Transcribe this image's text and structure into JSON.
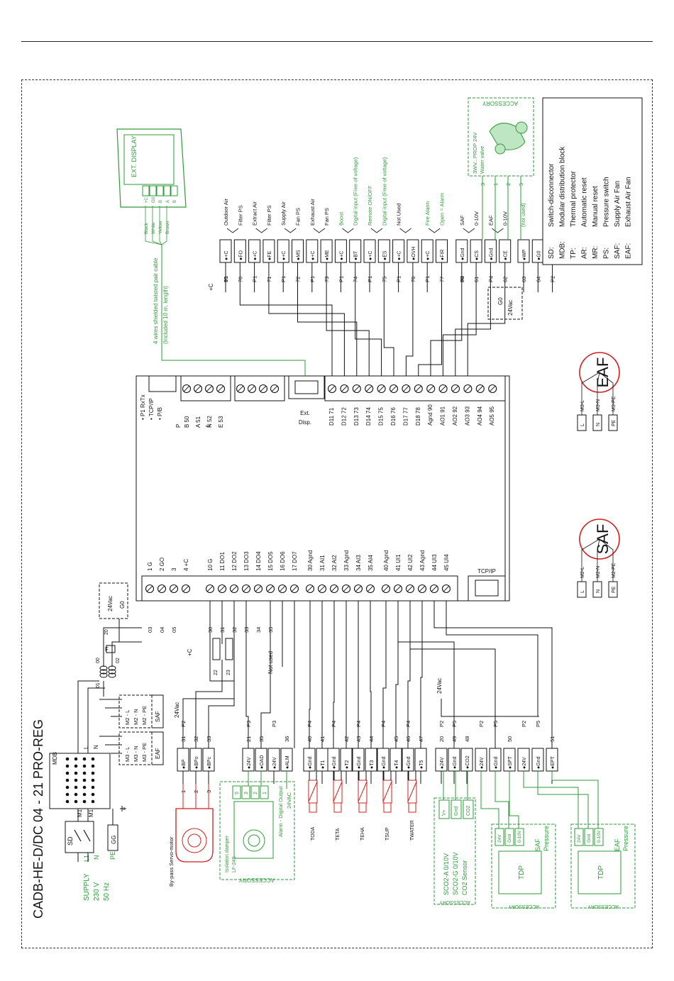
{
  "title": "CADB-HE-D/DC 04 - 21 PRO-REG",
  "supply": {
    "label": "SUPPLY",
    "voltage": "230 V",
    "freq": "50 Hz",
    "l1": "L1",
    "n": "N",
    "pe": "PE"
  },
  "sd": {
    "label": "SD",
    "m1l": "M1-L",
    "m1n": "M1-N",
    "pe_term": "GG"
  },
  "mdb": "MDB",
  "legend": [
    {
      "abbr": "SD:",
      "text": "Switch-disconnector"
    },
    {
      "abbr": "MDB:",
      "text": "Modular distribution block"
    },
    {
      "abbr": "TP:",
      "text": "Thermal protector"
    },
    {
      "abbr": "AR:",
      "text": "Automatic reset"
    },
    {
      "abbr": "MR:",
      "text": "Manual reset"
    },
    {
      "abbr": "PS:",
      "text": "Pressure switch"
    },
    {
      "abbr": "SAF:",
      "text": "Supply Air Fan"
    },
    {
      "abbr": "EAF:",
      "text": "Exhaust Air Fan"
    }
  ],
  "ext_display": {
    "title": "EXT. DISPLAY",
    "terminals": [
      "+C",
      "G0",
      "B",
      "A",
      "B"
    ],
    "wires": [
      "Black",
      "White",
      "Yellow",
      "Brown"
    ],
    "cable": "4 wires shielded twisted pair cable",
    "cable_note": "(Included 10 m. length)"
  },
  "top_terminals": [
    {
      "term": "+C",
      "num": "10",
      "p": "P1",
      "label": "Outdoor Air",
      "green": false
    },
    {
      "term": "FO",
      "num": "70",
      "p": "",
      "label": "Filter PS",
      "green": false
    },
    {
      "term": "+C",
      "num": "",
      "p": "P1",
      "label": "Extract Air",
      "green": false
    },
    {
      "term": "FE",
      "num": "71",
      "p": "",
      "label": "Filter PS",
      "green": false
    },
    {
      "term": "+C",
      "num": "",
      "p": "P1",
      "label": "Supply Air",
      "green": false
    },
    {
      "term": "MS",
      "num": "72",
      "p": "",
      "label": "Fan PS",
      "green": false
    },
    {
      "term": "+C",
      "num": "",
      "p": "P1",
      "label": "Exhaust Air",
      "green": false
    },
    {
      "term": "ME",
      "num": "73",
      "p": "",
      "label": "Fan PS",
      "green": false
    },
    {
      "term": "+C",
      "num": "",
      "p": "P1",
      "label": "Boost",
      "green": true
    },
    {
      "term": "BT",
      "num": "74",
      "p": "",
      "label": "Digital input (Free of voltage)",
      "green": true
    },
    {
      "term": "+C",
      "num": "",
      "p": "P1",
      "label": "Remote ON/OFF",
      "green": true
    },
    {
      "term": "ES",
      "num": "75",
      "p": "",
      "label": "Digital input (Free of voltage)",
      "green": true
    },
    {
      "term": "+C",
      "num": "",
      "p": "P1",
      "label": "Not Used",
      "green": false
    },
    {
      "term": "OVH",
      "num": "76",
      "p": "",
      "label": "",
      "green": false
    },
    {
      "term": "+C",
      "num": "",
      "p": "P1",
      "label": "Fire Alarm",
      "green": true
    },
    {
      "term": "FIR",
      "num": "77",
      "p": "",
      "label": "Open = Alarm",
      "green": true
    },
    {
      "term": "Gnd",
      "num": "60",
      "p": "P4",
      "label": "SAF",
      "green": false
    },
    {
      "term": "CS",
      "num": "61",
      "p": "",
      "label": "0-10V",
      "green": false
    },
    {
      "term": "Gnd",
      "num": "",
      "p": "P4",
      "label": "EAF",
      "green": false
    },
    {
      "term": "CE",
      "num": "62",
      "p": "",
      "label": "0-10V",
      "green": false
    },
    {
      "term": "WP",
      "num": "63",
      "p": "",
      "label": "",
      "green": false
    },
    {
      "term": "G0",
      "num": "64",
      "p": "",
      "label": "",
      "green": false
    },
    {
      "term": "24V",
      "num": "",
      "p": "P2",
      "label": "",
      "green": false
    }
  ],
  "water_valve": {
    "title": "ACCESSORY",
    "label": "3WV...PROP 24V",
    "sub": "Water valve",
    "pins": [
      "3",
      "1",
      "2",
      "5"
    ],
    "not_used": "(not used)"
  },
  "supply_24": {
    "label": "24Vac",
    "g0": "G0"
  },
  "controller": {
    "p1": "• P1 RxTx",
    "tcp": "• TCP/IP",
    "pb": "• P/B",
    "bus_labels": [
      "B 50",
      "A 51",
      "N 52",
      "E 53"
    ],
    "bus_side": [
      "P",
      "1"
    ],
    "ext": "Ext.",
    "disp": "Disp.",
    "tcp_port": "TCP/IP",
    "right_labels": [
      "D11 71",
      "D12 72",
      "D13 73",
      "D14 74",
      "D15 75",
      "D16 76",
      "D17 77",
      "D18 78",
      "Agnd 90",
      "AO1 91",
      "AO2 92",
      "AO3 93",
      "AO4 94",
      "AO5 95"
    ],
    "left_labels": [
      "1 G",
      "2 GO",
      "3",
      "4 +C",
      "10 G",
      "11 DO1",
      "12 DO2",
      "13 DO3",
      "14 DO4",
      "15 DO5",
      "16 DO6",
      "17 DO7",
      "30 Agnd",
      "31 AI1",
      "32 AI2",
      "33 Agnd",
      "34 AI3",
      "35 AI4",
      "40 Agnd",
      "41 UI1",
      "42 UI2",
      "43 Agnd",
      "44 UI3",
      "45 UI4"
    ]
  },
  "left_nums": [
    "03",
    "04",
    "05",
    "30",
    "31",
    "32",
    "33",
    "34",
    "35"
  ],
  "misc": {
    "not_used": "Not used",
    "plus_c": "+C",
    "v24": "24Vac",
    "f": "F",
    "nums": [
      "20",
      "01",
      "00",
      "02",
      "22",
      "23"
    ],
    "g0": "G0",
    "v24b": "24Vac"
  },
  "fans": [
    {
      "name": "SAF",
      "wires": [
        "M2-L",
        "M2-N",
        "M2-PE"
      ],
      "terms": [
        "L",
        "N",
        "PE"
      ]
    },
    {
      "name": "EAF",
      "wires": [
        "M3-L",
        "M3-N",
        "M3-PE"
      ],
      "terms": [
        "L",
        "N",
        "PE"
      ]
    }
  ],
  "mdb_fans": [
    {
      "name": "SAF",
      "rows": [
        "M2 - L",
        "M2 - N",
        "M2 - PE"
      ]
    },
    {
      "name": "EAF",
      "rows": [
        "M3 - L",
        "M3 - N",
        "M3 - PE"
      ]
    }
  ],
  "bottom_terminals": [
    {
      "term": "BP",
      "num": "31",
      "p": "P2"
    },
    {
      "term": "BPo",
      "num": "32",
      "p": ""
    },
    {
      "term": "BPc",
      "num": "33",
      "p": ""
    },
    {
      "term": "24V",
      "num": "21",
      "p": "P3"
    },
    {
      "term": "OAD",
      "num": "35",
      "p": ""
    },
    {
      "term": "24V",
      "num": "",
      "p": "P3"
    },
    {
      "term": "ALM",
      "num": "36",
      "p": ""
    },
    {
      "term": "Gnd",
      "num": "40",
      "p": "P4"
    },
    {
      "term": "T1",
      "num": "41",
      "p": ""
    },
    {
      "term": "Gnd",
      "num": "",
      "p": "P4"
    },
    {
      "term": "T2",
      "num": "42",
      "p": ""
    },
    {
      "term": "Gnd",
      "num": "43",
      "p": "P4"
    },
    {
      "term": "T3",
      "num": "44",
      "p": ""
    },
    {
      "term": "Gnd",
      "num": "",
      "p": "P4"
    },
    {
      "term": "T4",
      "num": "45",
      "p": ""
    },
    {
      "term": "Gnd",
      "num": "46",
      "p": "P4"
    },
    {
      "term": "T5",
      "num": "47",
      "p": ""
    },
    {
      "term": "24V",
      "num": "20",
      "p": "P2"
    },
    {
      "term": "Gnd",
      "num": "49",
      "p": "P5"
    },
    {
      "term": "CO2",
      "num": "48",
      "p": ""
    },
    {
      "term": "24V",
      "num": "",
      "p": "P2"
    },
    {
      "term": "Gnd",
      "num": "",
      "p": "P5"
    },
    {
      "term": "SPT",
      "num": "50",
      "p": ""
    },
    {
      "term": "24V",
      "num": "",
      "p": "P2"
    },
    {
      "term": "Gnd",
      "num": "",
      "p": "P5"
    },
    {
      "term": "EPT",
      "num": "51",
      "p": ""
    }
  ],
  "bypass": {
    "label": "By-pass Servo-motor",
    "pins": [
      "1",
      "2",
      "3"
    ],
    "v": "24Vac"
  },
  "damper": {
    "label": "Isolation damper",
    "model": "LF-24S",
    "acc": "ACCESSORY",
    "pins": [
      "5",
      "3",
      "2",
      "1"
    ],
    "alarm": "Alarm - Digital Output",
    "alarm_v": "24VAC"
  },
  "sensors": [
    "TODA",
    "TETA",
    "TEHA",
    "TSUP",
    "TWATER"
  ],
  "co2": {
    "pins": [
      "V+",
      "Gnd",
      "CO2"
    ],
    "line1": "SCO2-A  0/10V",
    "line2": "SCO2-G  0/10V",
    "line3": "CO2 Sensor",
    "acc": "ACCESSORY"
  },
  "tdp_saf": {
    "pins": [
      "24V",
      "Gnd",
      "0-10V"
    ],
    "name": "SAF",
    "sub": "Pressure",
    "box": "TDP",
    "acc": "ACCESSORY"
  },
  "tdp_eaf": {
    "pins": [
      "24V",
      "Gnd",
      "0-10V"
    ],
    "name": "EAF",
    "sub": "Pressure",
    "box": "TDP",
    "acc": "ACCESSORY"
  }
}
